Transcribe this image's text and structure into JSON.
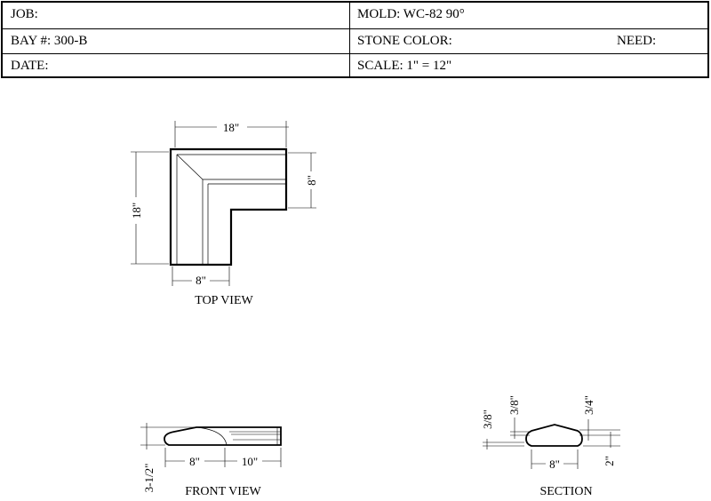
{
  "title_block": {
    "job": "JOB:",
    "mold": "MOLD: WC-82 90°",
    "bay": "BAY #: 300-B",
    "stone_color": "STONE COLOR:",
    "need": "NEED:",
    "date": "DATE:",
    "scale": "SCALE:  1\" = 12\""
  },
  "top_view": {
    "title": "TOP VIEW",
    "dim_top": "18\"",
    "dim_right": "8\"",
    "dim_left": "18\"",
    "dim_bottom": "8\""
  },
  "front_view": {
    "title": "FRONT VIEW",
    "dim_left_width": "8\"",
    "dim_right_width": "10\"",
    "dim_height": "3-1/2\""
  },
  "section": {
    "title": "SECTION",
    "dim_left_3_8": "3/8\"",
    "dim_top_3_8": "3/8\"",
    "dim_top_3_4": "3/4\"",
    "dim_width": "8\"",
    "dim_height": "2\""
  }
}
